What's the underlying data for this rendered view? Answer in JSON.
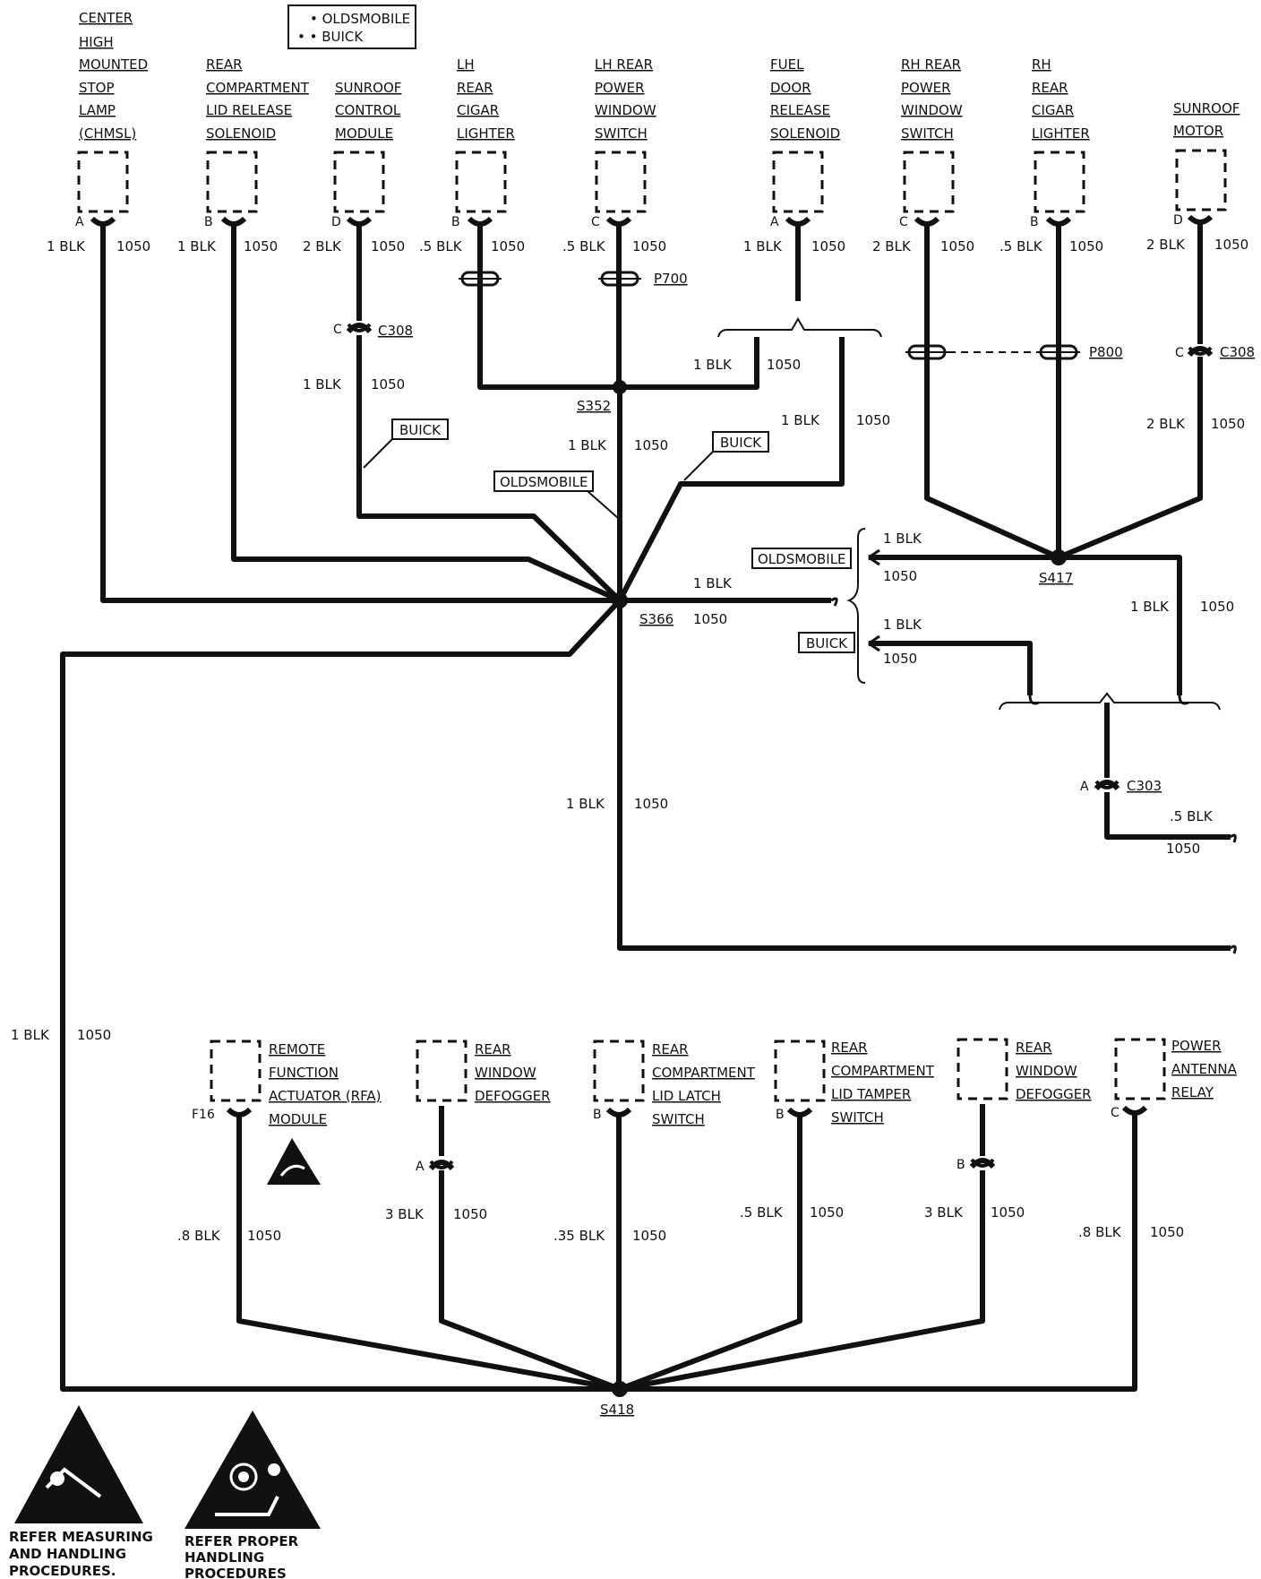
{
  "legend": {
    "item1": "• OLDSMOBILE",
    "item2": "• • BUICK"
  },
  "tags": {
    "oldsmobile": "OLDSMOBILE",
    "buick": "BUICK"
  },
  "top_components": [
    {
      "id": "chmsl",
      "lines": [
        "CENTER",
        "HIGH",
        "MOUNTED",
        "STOP",
        "LAMP",
        "(CHMSL)"
      ],
      "pin": "A",
      "size": "1 BLK",
      "circuit": "1050"
    },
    {
      "id": "lid-release",
      "lines": [
        "REAR",
        "COMPARTMENT",
        "LID RELEASE",
        "SOLENOID"
      ],
      "pin": "B",
      "size": "1 BLK",
      "circuit": "1050"
    },
    {
      "id": "sunroof-module",
      "lines": [
        "SUNROOF",
        "CONTROL",
        "MODULE"
      ],
      "pin": "D",
      "size": "2 BLK",
      "circuit": "1050"
    },
    {
      "id": "lh-cigar",
      "lines": [
        "LH",
        "REAR",
        "CIGAR",
        "LIGHTER"
      ],
      "pin": "B",
      "size": ".5 BLK",
      "circuit": "1050"
    },
    {
      "id": "lh-window",
      "lines": [
        "LH REAR",
        "POWER",
        "WINDOW",
        "SWITCH"
      ],
      "pin": "C",
      "size": ".5 BLK",
      "circuit": "1050"
    },
    {
      "id": "fuel-door",
      "lines": [
        "FUEL",
        "DOOR",
        "RELEASE",
        "SOLENOID"
      ],
      "pin": "A",
      "size": "1 BLK",
      "circuit": "1050"
    },
    {
      "id": "rh-window",
      "lines": [
        "RH REAR",
        "POWER",
        "WINDOW",
        "SWITCH"
      ],
      "pin": "C",
      "size": "2 BLK",
      "circuit": "1050"
    },
    {
      "id": "rh-cigar",
      "lines": [
        "RH",
        "REAR",
        "CIGAR",
        "LIGHTER"
      ],
      "pin": "B",
      "size": ".5 BLK",
      "circuit": "1050"
    },
    {
      "id": "sunroof-motor",
      "lines": [
        "SUNROOF",
        "MOTOR"
      ],
      "pin": "D",
      "size": "2 BLK",
      "circuit": "1050"
    }
  ],
  "bottom_components": [
    {
      "id": "rfa",
      "lines": [
        "REMOTE",
        "FUNCTION",
        "ACTUATOR (RFA)",
        "MODULE"
      ],
      "pin": "F16",
      "size": ".8 BLK",
      "circuit": "1050"
    },
    {
      "id": "defogger-1",
      "lines": [
        "REAR",
        "WINDOW",
        "DEFOGGER"
      ],
      "pin": "A",
      "size": "3 BLK",
      "circuit": "1050"
    },
    {
      "id": "latch",
      "lines": [
        "REAR",
        "COMPARTMENT",
        "LID LATCH",
        "SWITCH"
      ],
      "pin": "B",
      "size": ".35 BLK",
      "circuit": "1050"
    },
    {
      "id": "tamper",
      "lines": [
        "REAR",
        "COMPARTMENT",
        "LID TAMPER",
        "SWITCH"
      ],
      "pin": "B",
      "size": ".5 BLK",
      "circuit": "1050"
    },
    {
      "id": "defogger-2",
      "lines": [
        "REAR",
        "WINDOW",
        "DEFOGGER"
      ],
      "pin": "B",
      "size": "3 BLK",
      "circuit": "1050"
    },
    {
      "id": "antenna",
      "lines": [
        "POWER",
        "ANTENNA",
        "RELAY"
      ],
      "pin": "C",
      "size": ".8 BLK",
      "circuit": "1050"
    }
  ],
  "connectors": {
    "c308": "C308",
    "c303": "C303",
    "p700": "P700",
    "p800": "P800",
    "pin_c": "C",
    "pin_a": "A"
  },
  "splices": {
    "s352": "S352",
    "s366": "S366",
    "s417": "S417",
    "s418": "S418"
  },
  "wires": {
    "c308_lower": "1 BLK",
    "s352_right": "1 BLK",
    "s352_down": "1 BLK",
    "fuel_right": "1 BLK",
    "s366_right": "1 BLK",
    "s366_down": "1 BLK",
    "left_trunk": "1 BLK",
    "old_branch": "1 BLK",
    "buick_branch": "1 BLK",
    "rh_c308_lower": "2 BLK",
    "s417_right": "1 BLK",
    "c303_right": ".5 BLK",
    "circuit": "1050"
  },
  "notes": {
    "esd": [
      "REFER MEASURING",
      "AND HANDLING",
      "PROCEDURES."
    ],
    "airbag": [
      "REFER PROPER",
      "HANDLING",
      "PROCEDURES"
    ]
  }
}
